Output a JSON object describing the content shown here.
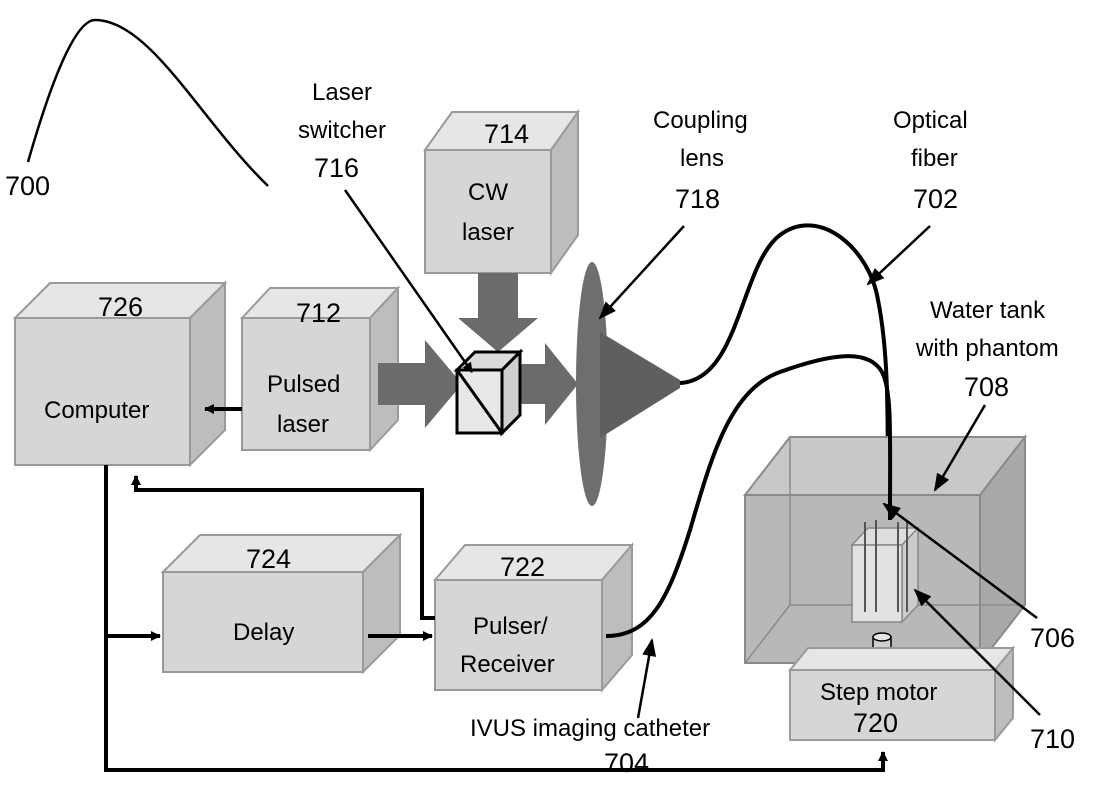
{
  "figure_number": "700",
  "components": {
    "computer": {
      "number": "726",
      "label": "Computer"
    },
    "pulsed_laser": {
      "number": "712",
      "label_line1": "Pulsed",
      "label_line2": "laser"
    },
    "cw_laser": {
      "number": "714",
      "label_line1": "CW",
      "label_line2": "laser"
    },
    "delay": {
      "number": "724",
      "label": "Delay"
    },
    "pulser_receiver": {
      "number": "722",
      "label_line1": "Pulser/",
      "label_line2": "Receiver"
    },
    "step_motor": {
      "number": "720",
      "label": "Step motor"
    }
  },
  "callouts": {
    "laser_switcher": {
      "line1": "Laser",
      "line2": "switcher",
      "number": "716"
    },
    "coupling_lens": {
      "line1": "Coupling",
      "line2": "lens",
      "number": "718"
    },
    "optical_fiber": {
      "line1": "Optical",
      "line2": "fiber",
      "number": "702"
    },
    "water_tank": {
      "line1": "Water tank",
      "line2": "with phantom",
      "number": "708"
    },
    "ivus_catheter": {
      "line1": "IVUS imaging catheter",
      "number": "704"
    },
    "ref_706": {
      "number": "706"
    },
    "ref_710": {
      "number": "710"
    }
  }
}
